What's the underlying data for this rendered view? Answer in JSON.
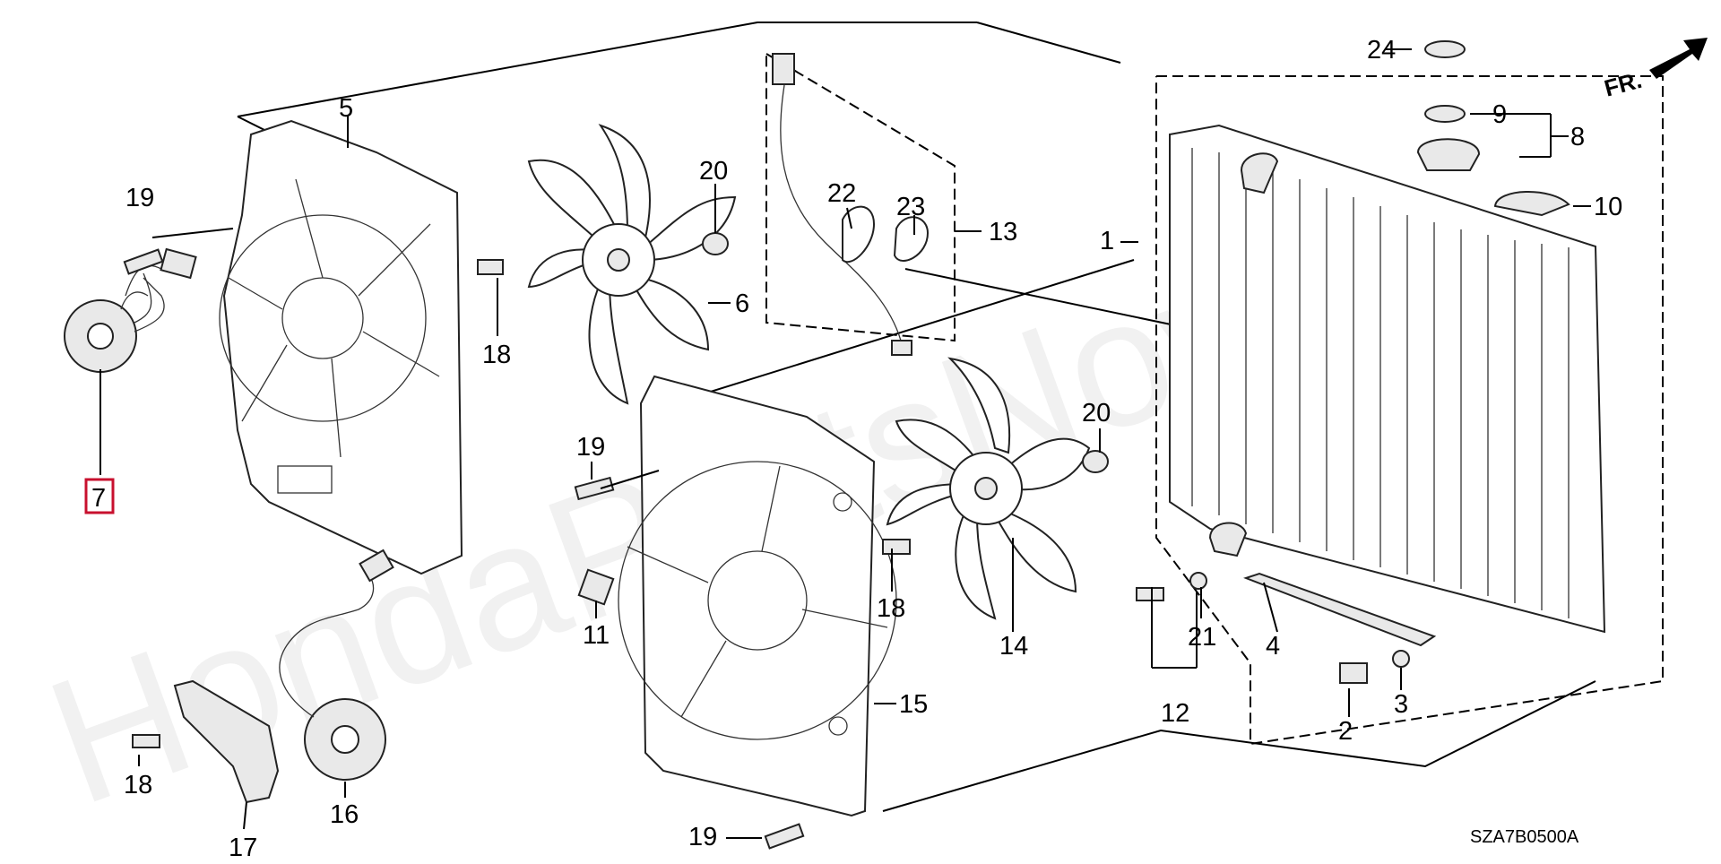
{
  "diagram": {
    "code": "SZA7B0500A",
    "direction_label": "FR.",
    "watermark": "HondaPartsNow.ru",
    "highlighted_part": "7",
    "callouts": [
      "1",
      "2",
      "3",
      "4",
      "5",
      "6",
      "7",
      "8",
      "9",
      "10",
      "11",
      "12",
      "13",
      "14",
      "15",
      "16",
      "17",
      "18",
      "18",
      "18",
      "19",
      "19",
      "19",
      "20",
      "20",
      "21",
      "22",
      "23",
      "24"
    ]
  },
  "colors": {
    "highlight": "#c8102e",
    "line": "#000000"
  }
}
